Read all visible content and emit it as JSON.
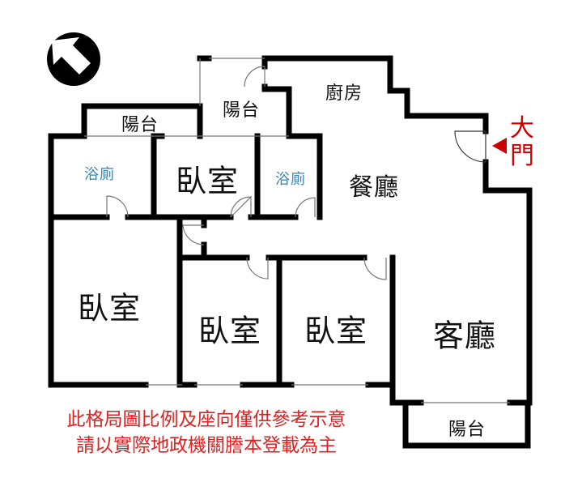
{
  "rooms": {
    "kitchen": "廚房",
    "dining": "餐廳",
    "living": "客廳",
    "bath_left": "浴廁",
    "bath_right": "浴廁",
    "bedroom_top": "臥室",
    "bedroom_left": "臥室",
    "bedroom_mid": "臥室",
    "bedroom_right": "臥室",
    "balcony_small": "陽台",
    "balcony_upper": "陽台",
    "balcony_bottom": "陽台"
  },
  "main_door": "大門",
  "compass": "N",
  "disclaimer": [
    "此格局圖比例及座向僅供參考示意",
    "請以實際地政機關謄本登載為主"
  ],
  "colors": {
    "wall": "#000000",
    "accent": "#cc0000",
    "bath_text": "#3a83b5"
  }
}
